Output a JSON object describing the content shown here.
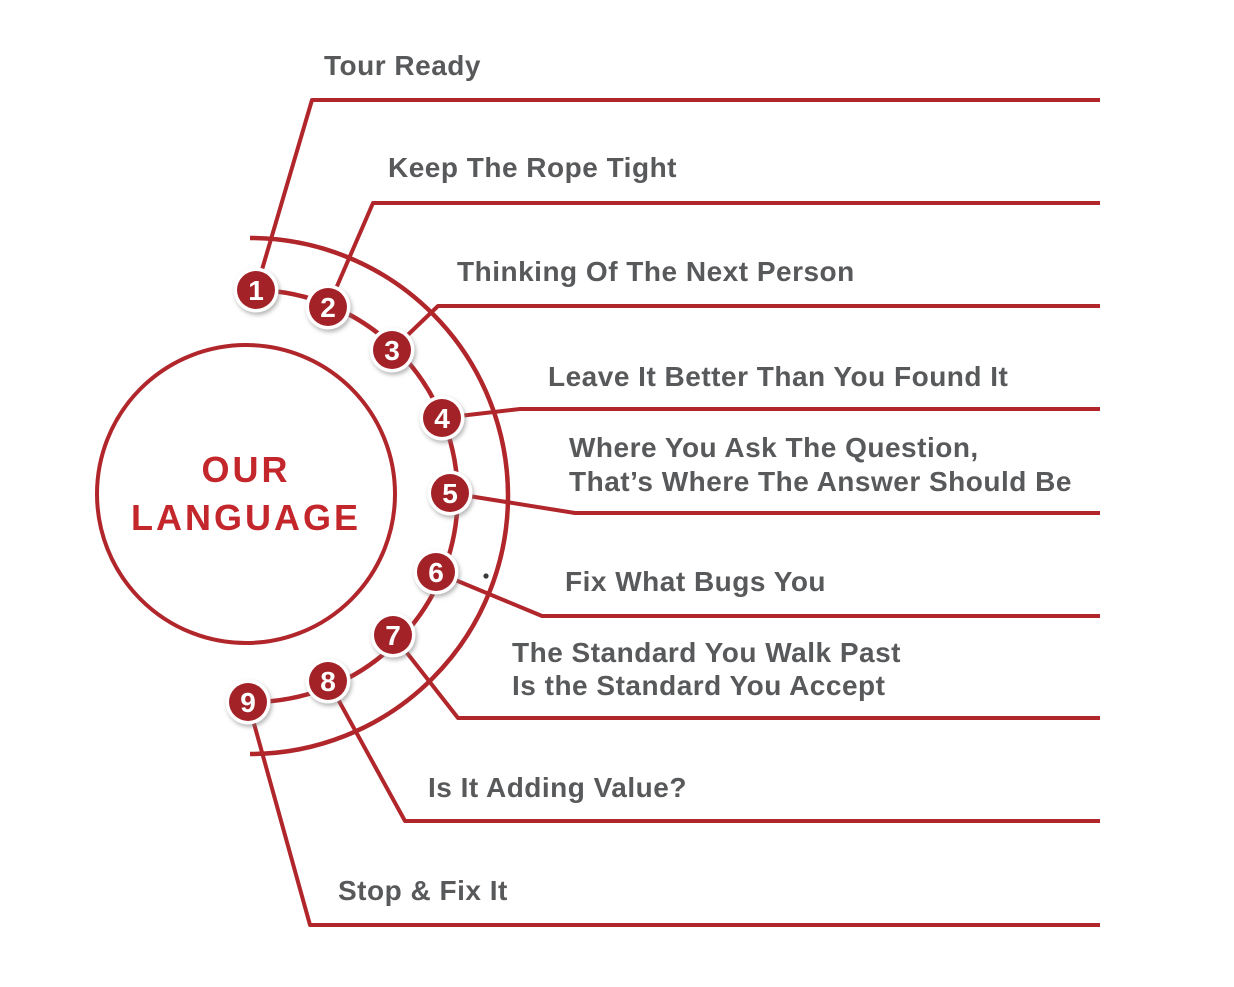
{
  "title": {
    "line1": "OUR",
    "line2": "LANGUAGE"
  },
  "items": [
    {
      "number": "1",
      "label": "Tour Ready"
    },
    {
      "number": "2",
      "label": "Keep The Rope Tight"
    },
    {
      "number": "3",
      "label": "Thinking Of The Next Person"
    },
    {
      "number": "4",
      "label": "Leave It Better Than You Found It"
    },
    {
      "number": "5",
      "label_line1": "Where You Ask The Question,",
      "label_line2": "That’s Where The Answer Should Be"
    },
    {
      "number": "6",
      "label": "Fix What Bugs You"
    },
    {
      "number": "7",
      "label_line1": "The Standard You Walk Past",
      "label_line2": "Is the Standard You Accept"
    },
    {
      "number": "8",
      "label": "Is It Adding Value?"
    },
    {
      "number": "9",
      "label": "Stop & Fix It"
    }
  ],
  "colors": {
    "line_red": "#B0262B",
    "badge_red": "#A32227",
    "title_red": "#C3262B",
    "label_gray": "#58595B",
    "background": "#FFFFFF"
  }
}
